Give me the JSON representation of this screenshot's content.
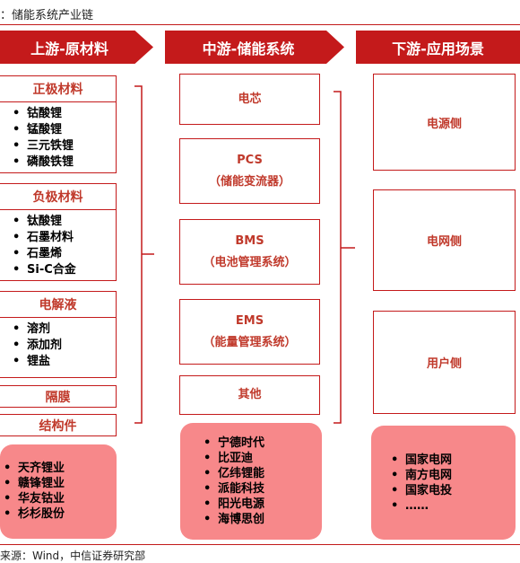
{
  "header": {
    "title": "：储能系统产业链"
  },
  "columns": {
    "upstream": "上游-原材料",
    "midstream": "中游-储能系统",
    "downstream": "下游-应用场景"
  },
  "upstream": {
    "cathode": {
      "title": "正极材料",
      "items": [
        "钴酸锂",
        "锰酸锂",
        "三元铁锂",
        "磷酸铁锂"
      ]
    },
    "anode": {
      "title": "负极材料",
      "items": [
        "钛酸锂",
        "石墨材料",
        "石墨烯",
        "Si-C合金"
      ]
    },
    "electrolyte": {
      "title": "电解液",
      "items": [
        "溶剂",
        "添加剂",
        "锂盐"
      ]
    },
    "separator": "隔膜",
    "structure": "结构件",
    "companies": [
      "天齐锂业",
      "赣锋锂业",
      "华友钴业",
      "杉杉股份"
    ]
  },
  "midstream": {
    "cell": "电芯",
    "pcs": {
      "title": "PCS",
      "sub": "（储能变流器）"
    },
    "bms": {
      "title": "BMS",
      "sub": "（电池管理系统）"
    },
    "ems": {
      "title": "EMS",
      "sub": "（能量管理系统）"
    },
    "other": "其他",
    "companies": [
      "宁德时代",
      "比亚迪",
      "亿纬锂能",
      "派能科技",
      "阳光电源",
      "海博思创"
    ]
  },
  "downstream": {
    "source_side": "电源侧",
    "grid_side": "电网侧",
    "user_side": "用户侧",
    "companies": [
      "国家电网",
      "南方电网",
      "国家电投",
      "……"
    ]
  },
  "footer": {
    "source": "来源：Wind，中信证券研究部"
  },
  "colors": {
    "accent": "#c41a1b",
    "pink": "#f7888a",
    "label": "#c0392b"
  }
}
